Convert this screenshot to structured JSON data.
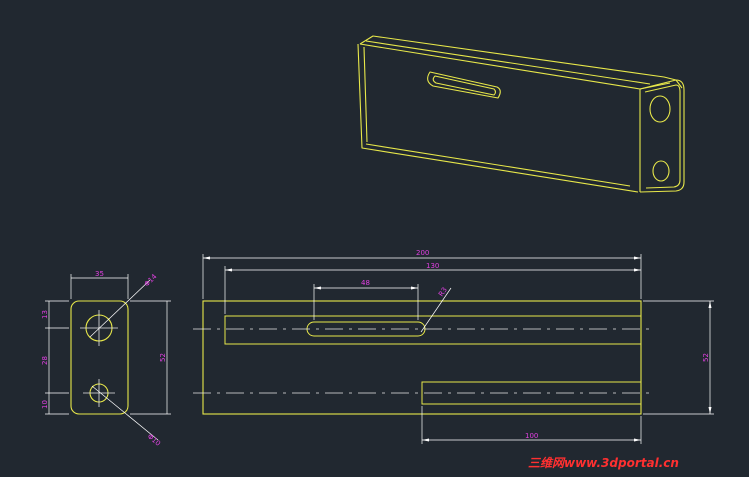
{
  "colors": {
    "background": "#212830",
    "geometry": "#e8e84a",
    "center_lines": "#e8e8e8",
    "dimension": "#ffffff",
    "dimension_text": "#e040e0",
    "watermark": "#ff3030"
  },
  "dimensions": {
    "overall_length": "200",
    "slot_extent": "130",
    "slot_length": "48",
    "slot_radius": "R3",
    "lower_slot_length": "100",
    "height": "52",
    "side_height": "52",
    "width": "35",
    "hole_upper_dia": "Φ14",
    "hole_lower_dia": "Φ10",
    "vertical_13": "13",
    "vertical_28": "28",
    "vertical_10": "10"
  },
  "watermark": {
    "text": "三维网www.3dportal.cn"
  }
}
